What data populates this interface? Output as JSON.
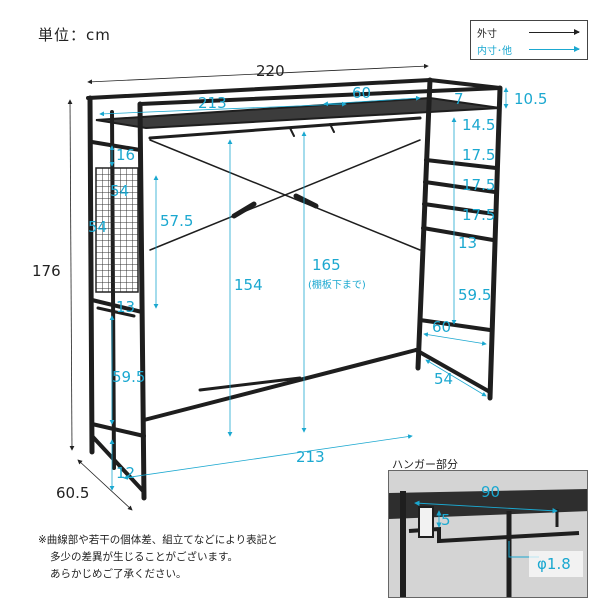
{
  "unit_label": "単位：cm",
  "legend": {
    "outer": "外寸",
    "inner": "内寸･他"
  },
  "colors": {
    "frame": "#1e1e1e",
    "shelf": "#3c3c3c",
    "inner_dim": "#1ba8d0",
    "outer_dim": "#222222"
  },
  "outer_dims": {
    "width": "220",
    "height": "176",
    "depth": "60.5"
  },
  "inner_dims": {
    "shelf_width": "213",
    "shelf_depth": "60",
    "top_rail": "7",
    "rail_height": "10.5",
    "gap_top_rung": "14.5",
    "rung_1": "17.5",
    "rung_2": "17.5",
    "rung_3": "17.5",
    "rung_low": "13",
    "side_lower": "59.5",
    "side_depth_60": "60",
    "side_depth_54": "54",
    "left_top_gap": "16",
    "mesh_width": "54",
    "mesh_height": "57.5",
    "mesh_depth": "54",
    "mesh_bottom_gap": "13",
    "left_lower": "59.5",
    "bottom_gap": "12",
    "hanger_height": "154",
    "shelf_clearance": "165",
    "shelf_clearance_note": "(棚板下まで)",
    "bottom_width": "213"
  },
  "hanger": {
    "title": "ハンガー部分",
    "length": "90",
    "drop": "5",
    "diameter": "φ1.8"
  },
  "note_lines": [
    "※曲線部や若干の個体差、組立てなどにより表記と",
    "多少の差異が生じることがございます。",
    "あらかじめご了承ください。"
  ]
}
